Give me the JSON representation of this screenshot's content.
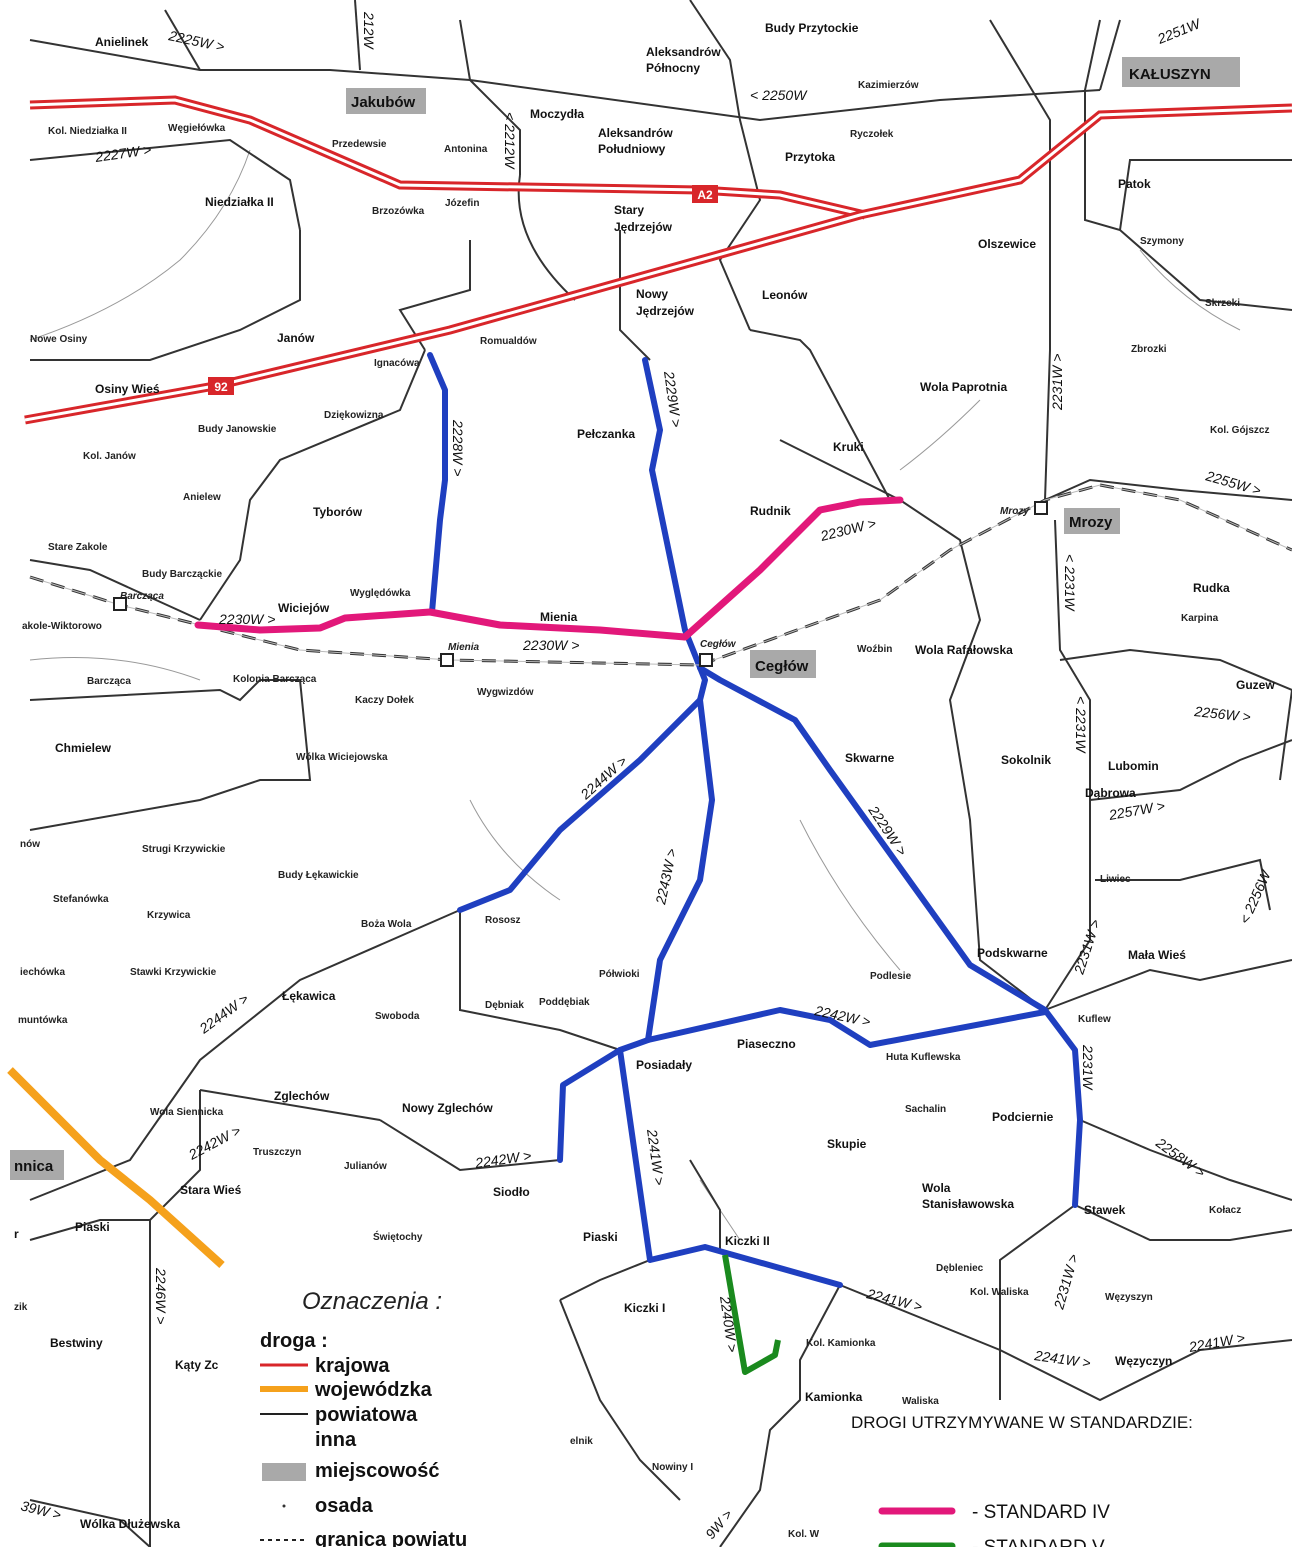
{
  "places": {
    "anielinek": "Anielinek",
    "budy_przytockie": "Budy Przytockie",
    "aleksandrow_polnocny_1": "Aleksandrów",
    "aleksandrow_polnocny_2": "Północny",
    "kaluszyn": "KAŁUSZYN",
    "kazimierzow": "Kazimierzów",
    "jakubow": "Jakubów",
    "moczydla": "Moczydła",
    "kol_niedzialka": "Kol. Niedziałka II",
    "wegielowka": "Węgiełówka",
    "przedewsie": "Przedewsie",
    "antonina": "Antonina",
    "aleksandrow_pld_1": "Aleksandrów",
    "aleksandrow_pld_2": "Południowy",
    "ryczolek": "Ryczołek",
    "przytoka": "Przytoka",
    "patok": "Patok",
    "niedzialka": "Niedziałka II",
    "brzozowka": "Brzozówka",
    "jozefin": "Józefin",
    "stary_jedrzejow_1": "Stary",
    "stary_jedrzejow_2": "Jędrzejów",
    "olszewice": "Olszewice",
    "szymony": "Szymony",
    "nowy_jedrzejow_1": "Nowy",
    "nowy_jedrzejow_2": "Jędrzejów",
    "leonow": "Leonów",
    "skrzeki": "Skrzeki",
    "nowe_osiny": "Nowe Osiny",
    "janow": "Janów",
    "ignacow": "Ignacówa",
    "romualdow": "Romualdów",
    "zbrozki": "Zbrozki",
    "osiny_wies": "Osiny Wieś",
    "wola_paprotnia": "Wola Paprotnia",
    "dziekowizna": "Dziękowizna",
    "budy_janowskie": "Budy Janowskie",
    "pelczanka": "Pełczanka",
    "kol_gojszcz": "Kol. Gójszcz",
    "kol_janow": "Kol. Janów",
    "kruki": "Kruki",
    "anielew": "Anielew",
    "tyborow": "Tyborów",
    "rudnik": "Rudnik",
    "mrozy_small": "Mrozy",
    "mrozy": "Mrozy",
    "stare_zakole": "Stare Zakole",
    "budy_barczackie": "Budy Barcząckie",
    "barczaca_station": "Barcząca",
    "wygledowka": "Wyględówka",
    "wiciejow": "Wiciejów",
    "mienia": "Mienia",
    "rudka": "Rudka",
    "zakole_wiktorowo": "akole-Wiktorowo",
    "mienia_station": "Mienia",
    "ceglow_station": "Cegłów",
    "karpina": "Karpina",
    "ceglow": "Cegłów",
    "wozbin": "Woźbin",
    "wola_rafalowska": "Wola Rafałowska",
    "barczaca": "Barcząca",
    "kolonia_barczaca": "Kolonia Barcząca",
    "wygwizdow": "Wygwizdów",
    "guzew": "Guzew",
    "kaczy_dolek": "Kaczy Dołek",
    "chmielew": "Chmielew",
    "wolka_wiciejowska": "Wólka Wiciejowska",
    "skwarne": "Skwarne",
    "sokolnik": "Sokolnik",
    "lubomin": "Lubomin",
    "dabrowa": "Dąbrowa",
    "now": "nów",
    "strugi_krzywickie": "Strugi Krzywickie",
    "budy_lekawickie": "Budy Łękawickie",
    "liwiec": "Liwiec",
    "stefanowka": "Stefanówka",
    "krzywica": "Krzywica",
    "boza_wola": "Boża Wola",
    "rososz": "Rososz",
    "iechowka": "iechówka",
    "stawki_krzywickie": "Stawki Krzywickie",
    "polwioki": "Półwioki",
    "podlesie": "Podlesie",
    "podskwarne": "Podskwarne",
    "mala_wies": "Mała Wieś",
    "lekawica": "Łękawica",
    "debniak": "Dębniak",
    "poddebiak": "Poddębiak",
    "muntowka": "muntówka",
    "swoboda": "Swoboda",
    "kuflew": "Kuflew",
    "piaseczno": "Piaseczno",
    "posiadaly": "Posiadały",
    "huta_kuflewska": "Huta Kuflewska",
    "zglechow": "Zglechów",
    "nowy_zglechow": "Nowy Zglechów",
    "wola_siennicka": "Wola Siennicka",
    "sachalin": "Sachalin",
    "podciernie": "Podciernie",
    "nnica": "nnica",
    "truszczyn": "Truszczyn",
    "julianow": "Julianów",
    "skupie": "Skupie",
    "stara_wies": "Stara Wieś",
    "siodlo": "Siodło",
    "wola_stan_1": "Wola",
    "wola_stan_2": "Stanisławowska",
    "stawek": "Stawek",
    "kolacz": "Kołacz",
    "piaski_w": "Piaski",
    "r": "r",
    "swietochy": "Świętochy",
    "piaski": "Piaski",
    "kiczki_ii": "Kiczki II",
    "debleniec": "Dębleniec",
    "kol_waliska": "Kol. Waliska",
    "wezyszyn": "Węzyszyn",
    "zik": "zik",
    "kiczki_i": "Kiczki I",
    "kol_kamionka": "Kol. Kamionka",
    "bestwiny": "Bestwiny",
    "katy": "Kąty Zc",
    "wezyczyn": "Węzyczyn",
    "kamionka": "Kamionka",
    "waliska": "Waliska",
    "elnik": "elnik",
    "nowiny": "Nowiny I",
    "wolka_dluzewska": "Wólka Dłużewska",
    "kol_w": "Kol. W"
  },
  "roads": {
    "r2225w": "2225W >",
    "r212w": "212W",
    "r2251w": "2251W",
    "r2250w": "< 2250W",
    "r2227w": "2227W >",
    "r2212w": "< 2212W",
    "r2228w": "2228W >",
    "r2229w_n": "2229W >",
    "r2231w_n": "2231W >",
    "r2255w": "2255W >",
    "r2230w_ne": "2230W >",
    "r2230w_w": "2230W >",
    "r2230w_c": "2230W >",
    "r2231w_e": "< 2231W",
    "r2231w_e2": "< 2231W",
    "r2256w": "2256W >",
    "r2244w_n": "2244W >",
    "r2229w_s": "2229W >",
    "r2257w": "2257W >",
    "r2243w": "2243W >",
    "r2256w_e": "< 2256W",
    "r2231w_se": "2231W >",
    "r2244w_s": "2244W >",
    "r2242w_c": "2242W >",
    "r2231w_k": "2231W",
    "r2242w_w": "2242W >",
    "r2242w_s": "2242W >",
    "r2241w_n": "2241W >",
    "r2258w": "2258W >",
    "r2246w": "2246W >",
    "r2240w": "2240W >",
    "r2241w_e": "2241W >",
    "r2231w_s": "2231W >",
    "r2241w_se": "2241W >",
    "r2241w_ee": "2241W >",
    "r39w": "39W >",
    "r9w": "9W >"
  },
  "badges": {
    "a2": "A2",
    "n92": "92"
  },
  "legend": {
    "title": "Oznaczenia :",
    "droga": "droga :",
    "krajowa": "krajowa",
    "wojewodzka": "wojewódzka",
    "powiatowa": "powiatowa",
    "inna": "inna",
    "miejscowosc": "miejscowość",
    "osada": "osada",
    "granica": "granica powiatu"
  },
  "standards": {
    "title": "DROGI UTRZYMYWANE W STANDARDZIE:",
    "iv": "- STANDARD IV",
    "v": "- STANDARD V"
  },
  "colors": {
    "national": "#d8262a",
    "voivodeship": "#f5a11c",
    "standard_iv": "#e2187a",
    "standard_v": "#1a8a1e",
    "maintained_blue": "#1f3fc0",
    "town_box": "#a9a9a9",
    "road": "#333333"
  }
}
